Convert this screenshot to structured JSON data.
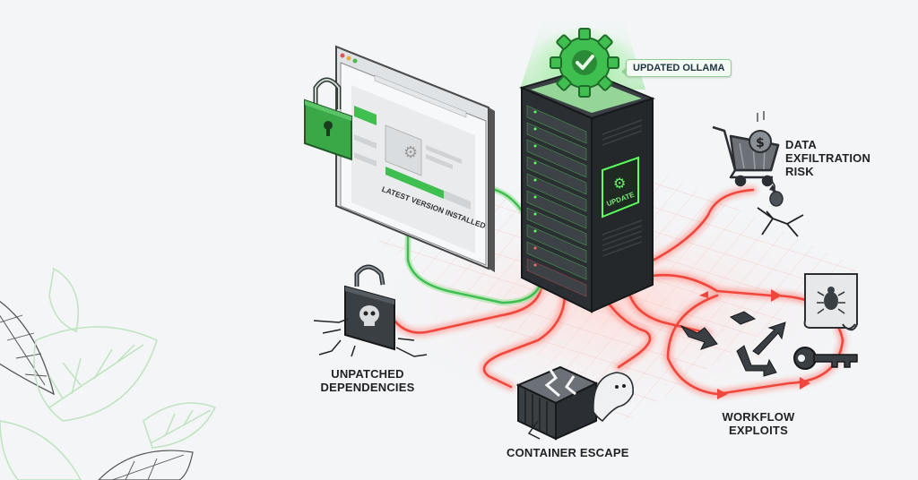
{
  "labels": {
    "updated": "UPDATED OLLAMA",
    "installed": "LATEST VERSION INSTALLED",
    "update_screen": "UPDATE",
    "data_risk": [
      "DATA",
      "EXFILTRATION",
      "RISK"
    ],
    "unpatched": [
      "UNPATCHED",
      "DEPENDENCIES"
    ],
    "container": "CONTAINER ESCAPE",
    "workflow": [
      "WORKFLOW",
      "EXPLOITS"
    ]
  },
  "colors": {
    "safe": "#3fbf4f",
    "danger": "#f0473c",
    "server": "#2b2f33",
    "background": "#f3f5f7"
  },
  "icons": [
    "padlock-icon",
    "gear-check-icon",
    "shopping-cart-icon",
    "coin-icon",
    "broken-padlock-icon",
    "skull-icon",
    "container-icon",
    "ghost-icon",
    "bug-document-icon",
    "key-icon"
  ]
}
